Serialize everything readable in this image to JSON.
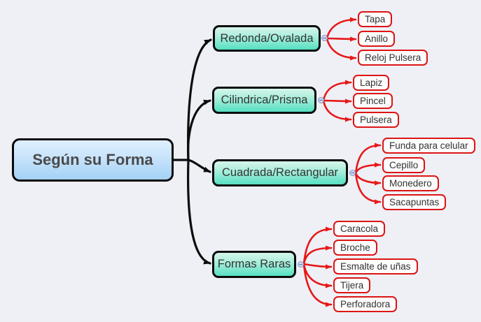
{
  "mindmap": {
    "root": {
      "label": "Según su Forma"
    },
    "branches": [
      {
        "label": "Redonda/Ovalada",
        "children": [
          "Tapa",
          "Anillo",
          "Reloj Pulsera"
        ]
      },
      {
        "label": "Cilindrica/Prisma",
        "children": [
          "Lapiz",
          "Pincel",
          "Pulsera"
        ]
      },
      {
        "label": "Cuadrada/Rectangular",
        "children": [
          "Funda para celular",
          "Cepillo",
          "Monedero",
          "Sacapuntas"
        ]
      },
      {
        "label": "Formas Raras",
        "children": [
          "Caracola",
          "Broche",
          "Esmalte de uñas",
          "Tijera",
          "Perforadora"
        ]
      }
    ],
    "colors": {
      "background": "#eef0f6",
      "root_fill_top": "#e0f0fe",
      "root_fill_bottom": "#a3d1f5",
      "branch_fill_top": "#d6f5eb",
      "branch_fill_bottom": "#56e0c2",
      "node_border": "#0a0a0a",
      "leaf_fill": "#fdfcfc",
      "leaf_border": "#dd1414",
      "black_connector": "#0d0d0d",
      "red_connector": "#e81717",
      "collapse_fill": "#ccd8f0",
      "collapse_border": "#8096c8",
      "text_color": "#333333"
    }
  }
}
